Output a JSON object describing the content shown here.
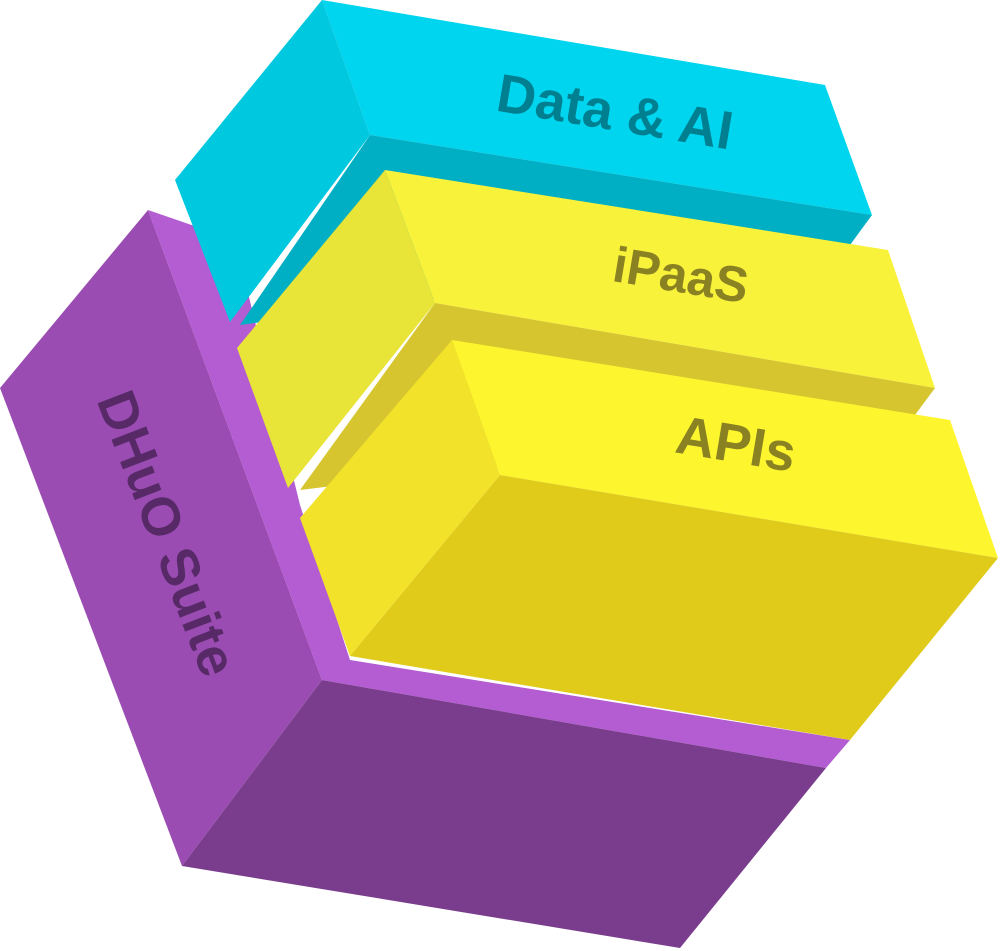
{
  "blocks": [
    {
      "label": "Data & AI",
      "colors": {
        "top": "#00D5EF",
        "front": "#00AFC3",
        "left": "#00C8DE",
        "text": "#007F90"
      }
    },
    {
      "label": "iPaaS",
      "colors": {
        "top": "#F8F23B",
        "front": "#D6C52E",
        "left": "#E9E438",
        "text": "#8A8122"
      }
    },
    {
      "label": "APIs",
      "colors": {
        "top": "#FDF62E",
        "front": "#E0CB1B",
        "left": "#F2E22A",
        "text": "#8A8122"
      }
    },
    {
      "label": "DHuO Suite",
      "colors": {
        "top": "#B45CD2",
        "front": "#7A3D8E",
        "left": "#9A4CB2",
        "text": "#572A67"
      }
    }
  ]
}
